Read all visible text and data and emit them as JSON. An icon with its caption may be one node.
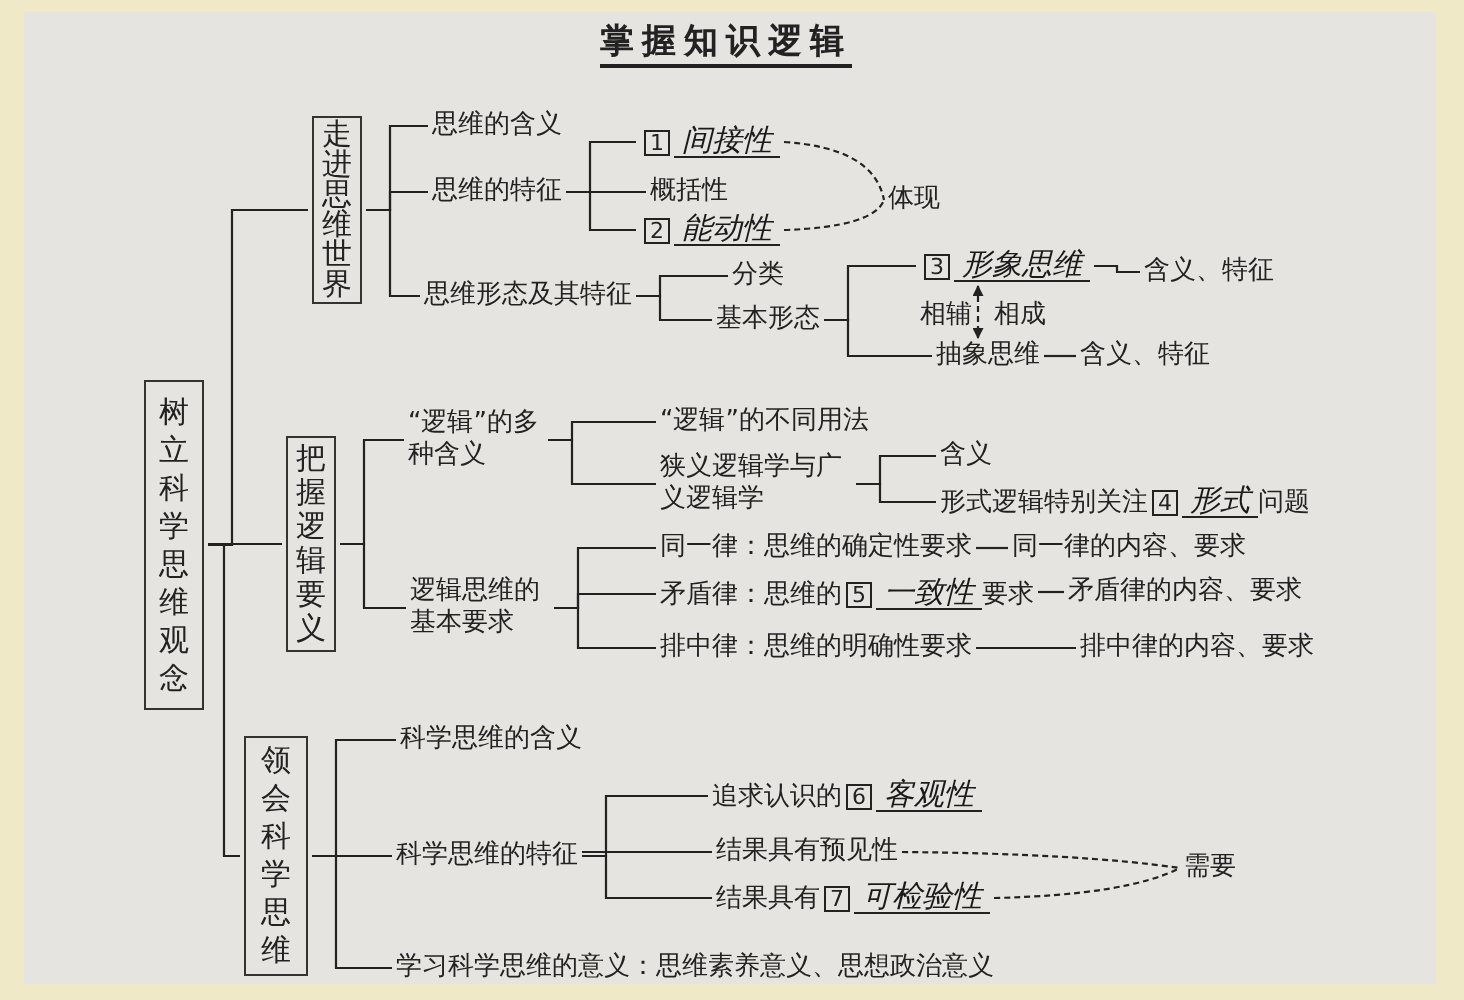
{
  "diagram": {
    "title": "掌握知识逻辑",
    "nodes": [
      {
        "text": [
          "树立科学思维观念"
        ]
      },
      {
        "text": [
          "走进思维世界"
        ]
      },
      {
        "text": [
          "思维的含义"
        ]
      },
      {
        "text": [
          "思维的特征"
        ]
      },
      {
        "text": [
          "1",
          "间接性"
        ]
      },
      {
        "text": [
          "概括性"
        ]
      },
      {
        "text": [
          "2",
          "能动性"
        ]
      },
      {
        "text": [
          "体现"
        ]
      },
      {
        "text": [
          "思维形态及其特征"
        ]
      },
      {
        "text": [
          "分类"
        ]
      },
      {
        "text": [
          "基本形态"
        ]
      },
      {
        "text": [
          "3",
          "形象思维"
        ]
      },
      {
        "text": [
          "含义、特征"
        ]
      },
      {
        "text": [
          "抽象思维"
        ]
      },
      {
        "text": [
          "含义、特征"
        ]
      },
      {
        "text": [
          "把握逻辑要义"
        ]
      },
      {
        "text": [
          "“逻辑”的多种含义"
        ]
      },
      {
        "text": [
          "“逻辑”的不同用法"
        ]
      },
      {
        "text": [
          "狭义逻辑学与广义逻辑学"
        ]
      },
      {
        "text": [
          "含义"
        ]
      },
      {
        "text": [
          "形式逻辑特别关注",
          "4",
          "形式",
          "问题"
        ]
      },
      {
        "text": [
          "逻辑思维的基本要求"
        ]
      },
      {
        "text": [
          "同一律：思维的确定性要求"
        ]
      },
      {
        "text": [
          "同一律的内容、要求"
        ]
      },
      {
        "text": [
          "矛盾律：思维的",
          "5",
          "一致性",
          "要求"
        ]
      },
      {
        "text": [
          "矛盾律的内容、要求"
        ]
      },
      {
        "text": [
          "排中律：思维的明确性要求"
        ]
      },
      {
        "text": [
          "排中律的内容、要求"
        ]
      },
      {
        "text": [
          "领会科学思维"
        ]
      },
      {
        "text": [
          "科学思维的含义"
        ]
      },
      {
        "text": [
          "科学思维的特征"
        ]
      },
      {
        "text": [
          "追求认识的",
          "6",
          "客观性"
        ]
      },
      {
        "text": [
          "结果具有预见性"
        ]
      },
      {
        "text": [
          "结果具有",
          "7",
          "可检验性"
        ]
      },
      {
        "text": [
          "需要"
        ]
      },
      {
        "text": [
          "学习科学思维的意义：思维素养意义、思想政治意义"
        ]
      }
    ],
    "edges": [
      {
        "from": 0,
        "to": 1,
        "arrow": "none"
      },
      {
        "from": 0,
        "to": 15,
        "arrow": "none"
      },
      {
        "from": 0,
        "to": 28,
        "arrow": "none"
      },
      {
        "from": 1,
        "to": 2,
        "arrow": "none"
      },
      {
        "from": 1,
        "to": 3,
        "arrow": "none"
      },
      {
        "from": 1,
        "to": 8,
        "arrow": "none"
      },
      {
        "from": 3,
        "to": 4,
        "arrow": "none"
      },
      {
        "from": 3,
        "to": 5,
        "arrow": "none"
      },
      {
        "from": 3,
        "to": 6,
        "arrow": "none"
      },
      {
        "from": 4,
        "to": 7,
        "arrow": "none",
        "style": "dashed"
      },
      {
        "from": 6,
        "to": 7,
        "arrow": "none",
        "style": "dashed"
      },
      {
        "from": 8,
        "to": 9,
        "arrow": "none"
      },
      {
        "from": 8,
        "to": 10,
        "arrow": "none"
      },
      {
        "from": 10,
        "to": 11,
        "arrow": "none"
      },
      {
        "from": 10,
        "to": 13,
        "arrow": "none"
      },
      {
        "from": 11,
        "to": 12,
        "arrow": "none"
      },
      {
        "from": 11,
        "to": 13,
        "arrow": "both",
        "style": "dashed"
      },
      {
        "from": 13,
        "to": 14,
        "arrow": "none"
      },
      {
        "from": 15,
        "to": 16,
        "arrow": "none"
      },
      {
        "from": 15,
        "to": 21,
        "arrow": "none"
      },
      {
        "from": 16,
        "to": 17,
        "arrow": "none"
      },
      {
        "from": 16,
        "to": 18,
        "arrow": "none"
      },
      {
        "from": 18,
        "to": 19,
        "arrow": "none"
      },
      {
        "from": 18,
        "to": 20,
        "arrow": "none"
      },
      {
        "from": 21,
        "to": 22,
        "arrow": "none"
      },
      {
        "from": 21,
        "to": 24,
        "arrow": "none"
      },
      {
        "from": 21,
        "to": 26,
        "arrow": "none"
      },
      {
        "from": 22,
        "to": 23,
        "arrow": "none"
      },
      {
        "from": 24,
        "to": 25,
        "arrow": "none"
      },
      {
        "from": 26,
        "to": 27,
        "arrow": "none"
      },
      {
        "from": 28,
        "to": 29,
        "arrow": "none"
      },
      {
        "from": 28,
        "to": 30,
        "arrow": "none"
      },
      {
        "from": 28,
        "to": 35,
        "arrow": "none"
      },
      {
        "from": 30,
        "to": 31,
        "arrow": "none"
      },
      {
        "from": 30,
        "to": 32,
        "arrow": "none"
      },
      {
        "from": 30,
        "to": 33,
        "arrow": "none"
      },
      {
        "from": 32,
        "to": 34,
        "arrow": "none",
        "style": "dashed"
      },
      {
        "from": 33,
        "to": 34,
        "arrow": "none",
        "style": "dashed"
      }
    ],
    "labels": [
      "相辅",
      "相成"
    ]
  }
}
